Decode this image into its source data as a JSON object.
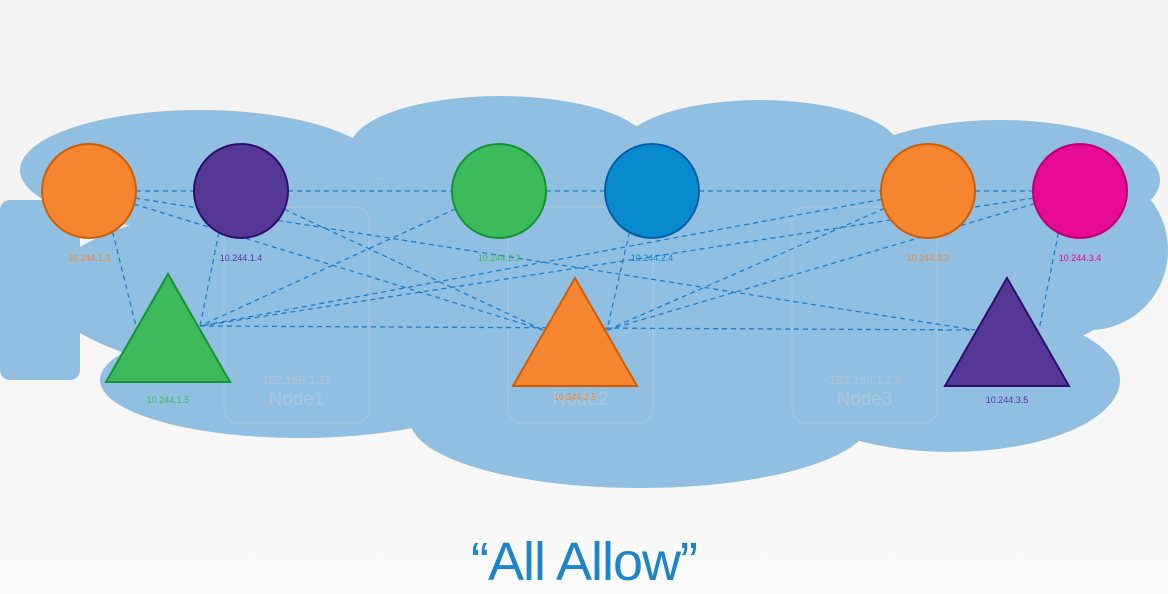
{
  "caption": "“All Allow”",
  "colors": {
    "cloud": "#91bfe2",
    "link": "#1f7ec9",
    "caption": "#1c86c8",
    "orange": "#f5862f",
    "purple": "#553795",
    "green": "#3dba5b",
    "blue": "#0a8ace",
    "magenta": "#e60a94"
  },
  "nodes": [
    {
      "id": "node1",
      "ip": "192.168.1.11",
      "name": "Node1"
    },
    {
      "id": "node2",
      "ip": "",
      "name": "Node2"
    },
    {
      "id": "node3",
      "ip": "192.168.1.13",
      "name": "Node3"
    }
  ],
  "pods": [
    {
      "id": "p1",
      "label": "10.244.1.3",
      "shape": "circle",
      "color": "orange"
    },
    {
      "id": "p2",
      "label": "10.244.1.4",
      "shape": "circle",
      "color": "purple"
    },
    {
      "id": "p3",
      "label": "10.244.1.5",
      "shape": "triangle",
      "color": "green"
    },
    {
      "id": "p4",
      "label": "10.244.2.3",
      "shape": "circle",
      "color": "green"
    },
    {
      "id": "p5",
      "label": "10.244.2.4",
      "shape": "circle",
      "color": "blue"
    },
    {
      "id": "p6",
      "label": "10.244.2.5",
      "shape": "triangle",
      "color": "orange"
    },
    {
      "id": "p7",
      "label": "10.244.3.3",
      "shape": "circle",
      "color": "orange"
    },
    {
      "id": "p8",
      "label": "10.244.3.4",
      "shape": "circle",
      "color": "magenta"
    },
    {
      "id": "p9",
      "label": "10.244.3.5",
      "shape": "triangle",
      "color": "purple"
    }
  ],
  "connections": [
    [
      "p1",
      "p2"
    ],
    [
      "p2",
      "p4"
    ],
    [
      "p4",
      "p5"
    ],
    [
      "p5",
      "p7"
    ],
    [
      "p7",
      "p8"
    ],
    [
      "p1",
      "p3"
    ],
    [
      "p8",
      "p9"
    ],
    [
      "p3",
      "p9"
    ],
    [
      "p1",
      "p9"
    ],
    [
      "p2",
      "p6"
    ],
    [
      "p4",
      "p3"
    ],
    [
      "p5",
      "p6"
    ],
    [
      "p7",
      "p6"
    ],
    [
      "p8",
      "p6"
    ],
    [
      "p2",
      "p3"
    ],
    [
      "p7",
      "p3"
    ],
    [
      "p1",
      "p6"
    ],
    [
      "p8",
      "p3"
    ]
  ]
}
